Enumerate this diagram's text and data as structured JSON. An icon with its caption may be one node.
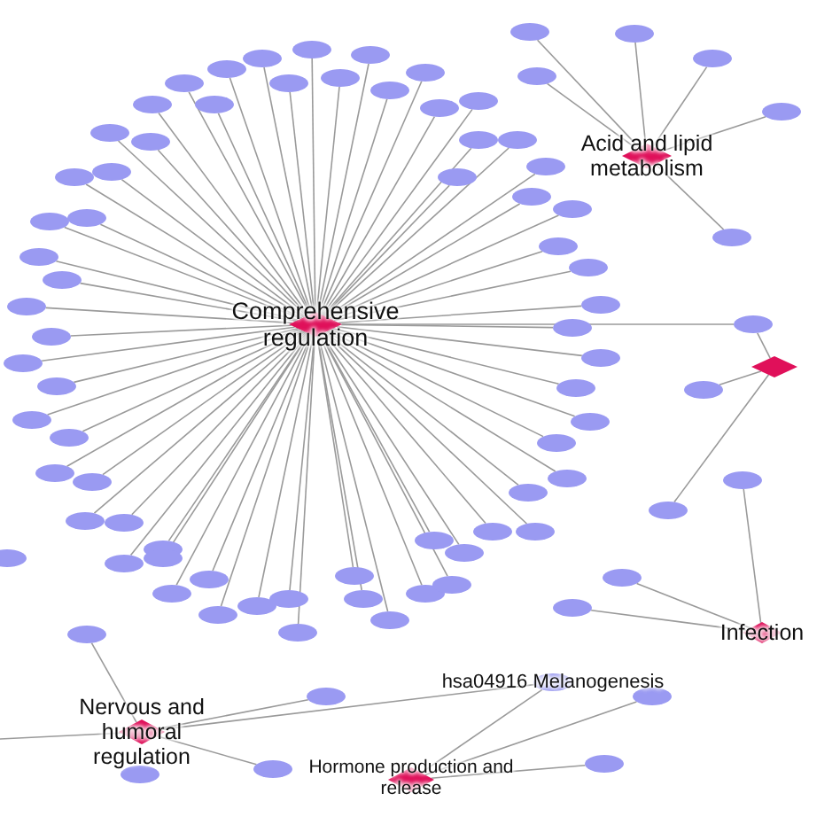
{
  "diagram": {
    "nodes": [
      {
        "text": [
          "Comprehensive regulation"
        ]
      },
      {
        "text": [],
        "shape": "ellipse"
      },
      {
        "text": [],
        "shape": "ellipse"
      },
      {
        "text": [],
        "shape": "ellipse"
      },
      {
        "text": [],
        "shape": "ellipse"
      },
      {
        "text": [],
        "shape": "ellipse"
      },
      {
        "text": [],
        "shape": "ellipse"
      },
      {
        "text": [],
        "shape": "ellipse"
      },
      {
        "text": [],
        "shape": "ellipse"
      },
      {
        "text": [],
        "shape": "ellipse"
      },
      {
        "text": [],
        "shape": "ellipse"
      },
      {
        "text": [],
        "shape": "ellipse"
      },
      {
        "text": [],
        "shape": "ellipse"
      },
      {
        "text": [],
        "shape": "ellipse"
      },
      {
        "text": [],
        "shape": "ellipse"
      },
      {
        "text": [],
        "shape": "ellipse"
      },
      {
        "text": [],
        "shape": "ellipse"
      },
      {
        "text": [],
        "shape": "ellipse"
      },
      {
        "text": [],
        "shape": "ellipse"
      },
      {
        "text": [],
        "shape": "ellipse"
      },
      {
        "text": [],
        "shape": "ellipse"
      },
      {
        "text": [],
        "shape": "ellipse"
      },
      {
        "text": [],
        "shape": "ellipse"
      },
      {
        "text": [],
        "shape": "ellipse"
      },
      {
        "text": [],
        "shape": "ellipse"
      },
      {
        "text": [],
        "shape": "ellipse"
      },
      {
        "text": [],
        "shape": "ellipse"
      },
      {
        "text": [],
        "shape": "ellipse"
      },
      {
        "text": [],
        "shape": "ellipse"
      },
      {
        "text": [],
        "shape": "ellipse"
      },
      {
        "text": [],
        "shape": "ellipse"
      },
      {
        "text": [],
        "shape": "ellipse"
      },
      {
        "text": [],
        "shape": "ellipse"
      },
      {
        "text": [],
        "shape": "ellipse"
      },
      {
        "text": [],
        "shape": "ellipse"
      },
      {
        "text": [],
        "shape": "ellipse"
      },
      {
        "text": [],
        "shape": "ellipse"
      },
      {
        "text": [],
        "shape": "ellipse"
      },
      {
        "text": [],
        "shape": "ellipse"
      },
      {
        "text": [],
        "shape": "ellipse"
      },
      {
        "text": [],
        "shape": "ellipse"
      },
      {
        "text": [],
        "shape": "ellipse"
      },
      {
        "text": [],
        "shape": "ellipse"
      },
      {
        "text": [],
        "shape": "ellipse"
      },
      {
        "text": [],
        "shape": "ellipse"
      },
      {
        "text": [],
        "shape": "ellipse"
      },
      {
        "text": [],
        "shape": "ellipse"
      },
      {
        "text": [],
        "shape": "ellipse"
      },
      {
        "text": [],
        "shape": "ellipse"
      },
      {
        "text": [],
        "shape": "ellipse"
      },
      {
        "text": [],
        "shape": "ellipse"
      },
      {
        "text": [],
        "shape": "ellipse"
      },
      {
        "text": [],
        "shape": "ellipse"
      },
      {
        "text": [],
        "shape": "ellipse"
      },
      {
        "text": [],
        "shape": "ellipse"
      },
      {
        "text": [],
        "shape": "ellipse"
      },
      {
        "text": [],
        "shape": "ellipse"
      },
      {
        "text": [],
        "shape": "ellipse"
      },
      {
        "text": [],
        "shape": "ellipse"
      },
      {
        "text": [],
        "shape": "ellipse"
      },
      {
        "text": [],
        "shape": "ellipse"
      },
      {
        "text": [],
        "shape": "ellipse"
      },
      {
        "text": [],
        "shape": "ellipse"
      },
      {
        "text": [],
        "shape": "ellipse"
      },
      {
        "text": [],
        "shape": "ellipse"
      },
      {
        "text": [],
        "shape": "ellipse"
      },
      {
        "text": [
          "Acid and lipid metabolism"
        ]
      },
      {
        "text": [],
        "shape": "ellipse"
      },
      {
        "text": [],
        "shape": "ellipse"
      },
      {
        "text": [],
        "shape": "ellipse"
      },
      {
        "text": [],
        "shape": "ellipse"
      },
      {
        "text": [],
        "shape": "ellipse"
      },
      {
        "text": [],
        "shape": "ellipse"
      },
      {
        "text": [],
        "shape": "diamond"
      },
      {
        "text": [],
        "shape": "ellipse"
      },
      {
        "text": [],
        "shape": "ellipse"
      },
      {
        "text": [],
        "shape": "ellipse"
      },
      {
        "text": [
          "Infection"
        ]
      },
      {
        "text": [],
        "shape": "ellipse"
      },
      {
        "text": [],
        "shape": "ellipse"
      },
      {
        "text": [],
        "shape": "ellipse"
      },
      {
        "text": [
          "Nervous and humoral regulation"
        ]
      },
      {
        "text": [],
        "shape": "ellipse"
      },
      {
        "text": [],
        "shape": "ellipse"
      },
      {
        "text": [],
        "shape": "ellipse"
      },
      {
        "text": [],
        "shape": "ellipse"
      },
      {
        "text": [
          "hsa04916 Melanogenesis"
        ]
      },
      {
        "text": [
          "Hormone production and release"
        ]
      },
      {
        "text": [],
        "shape": "ellipse"
      },
      {
        "text": [],
        "shape": "ellipse"
      },
      {
        "text": [],
        "shape": "ellipse"
      }
    ],
    "edges": [
      {
        "from": 0,
        "to": 1,
        "arrow": "none"
      },
      {
        "from": 0,
        "to": 2,
        "arrow": "none"
      },
      {
        "from": 0,
        "to": 3,
        "arrow": "none"
      },
      {
        "from": 0,
        "to": 4,
        "arrow": "none"
      },
      {
        "from": 0,
        "to": 5,
        "arrow": "none"
      },
      {
        "from": 0,
        "to": 6,
        "arrow": "none"
      },
      {
        "from": 0,
        "to": 7,
        "arrow": "none"
      },
      {
        "from": 0,
        "to": 8,
        "arrow": "none"
      },
      {
        "from": 0,
        "to": 9,
        "arrow": "none"
      },
      {
        "from": 0,
        "to": 10,
        "arrow": "none"
      },
      {
        "from": 0,
        "to": 11,
        "arrow": "none"
      },
      {
        "from": 0,
        "to": 12,
        "arrow": "none"
      },
      {
        "from": 0,
        "to": 13,
        "arrow": "none"
      },
      {
        "from": 0,
        "to": 14,
        "arrow": "none"
      },
      {
        "from": 0,
        "to": 15,
        "arrow": "none"
      },
      {
        "from": 0,
        "to": 16,
        "arrow": "none"
      },
      {
        "from": 0,
        "to": 17,
        "arrow": "none"
      },
      {
        "from": 0,
        "to": 18,
        "arrow": "none"
      },
      {
        "from": 0,
        "to": 19,
        "arrow": "none"
      },
      {
        "from": 0,
        "to": 20,
        "arrow": "none"
      },
      {
        "from": 0,
        "to": 21,
        "arrow": "none"
      },
      {
        "from": 0,
        "to": 22,
        "arrow": "none"
      },
      {
        "from": 0,
        "to": 23,
        "arrow": "none"
      },
      {
        "from": 0,
        "to": 24,
        "arrow": "none"
      },
      {
        "from": 0,
        "to": 25,
        "arrow": "none"
      },
      {
        "from": 0,
        "to": 26,
        "arrow": "none"
      },
      {
        "from": 0,
        "to": 27,
        "arrow": "none"
      },
      {
        "from": 0,
        "to": 28,
        "arrow": "none"
      },
      {
        "from": 0,
        "to": 29,
        "arrow": "none"
      },
      {
        "from": 0,
        "to": 30,
        "arrow": "none"
      },
      {
        "from": 0,
        "to": 31,
        "arrow": "none"
      },
      {
        "from": 0,
        "to": 32,
        "arrow": "none"
      },
      {
        "from": 0,
        "to": 33,
        "arrow": "none"
      },
      {
        "from": 0,
        "to": 34,
        "arrow": "none"
      },
      {
        "from": 0,
        "to": 35,
        "arrow": "none"
      },
      {
        "from": 0,
        "to": 36,
        "arrow": "none"
      },
      {
        "from": 0,
        "to": 37,
        "arrow": "none"
      },
      {
        "from": 0,
        "to": 38,
        "arrow": "none"
      },
      {
        "from": 0,
        "to": 39,
        "arrow": "none"
      },
      {
        "from": 0,
        "to": 40,
        "arrow": "none"
      },
      {
        "from": 0,
        "to": 41,
        "arrow": "none"
      },
      {
        "from": 0,
        "to": 42,
        "arrow": "none"
      },
      {
        "from": 0,
        "to": 43,
        "arrow": "none"
      },
      {
        "from": 0,
        "to": 44,
        "arrow": "none"
      },
      {
        "from": 0,
        "to": 45,
        "arrow": "none"
      },
      {
        "from": 0,
        "to": 46,
        "arrow": "none"
      },
      {
        "from": 0,
        "to": 47,
        "arrow": "none"
      },
      {
        "from": 0,
        "to": 48,
        "arrow": "none"
      },
      {
        "from": 0,
        "to": 49,
        "arrow": "none"
      },
      {
        "from": 0,
        "to": 50,
        "arrow": "none"
      },
      {
        "from": 0,
        "to": 51,
        "arrow": "none"
      },
      {
        "from": 0,
        "to": 52,
        "arrow": "none"
      },
      {
        "from": 0,
        "to": 53,
        "arrow": "none"
      },
      {
        "from": 0,
        "to": 54,
        "arrow": "none"
      },
      {
        "from": 0,
        "to": 55,
        "arrow": "none"
      },
      {
        "from": 0,
        "to": 56,
        "arrow": "none"
      },
      {
        "from": 0,
        "to": 57,
        "arrow": "none"
      },
      {
        "from": 0,
        "to": 58,
        "arrow": "none"
      },
      {
        "from": 0,
        "to": 59,
        "arrow": "none"
      },
      {
        "from": 0,
        "to": 60,
        "arrow": "none"
      },
      {
        "from": 0,
        "to": 61,
        "arrow": "none"
      },
      {
        "from": 0,
        "to": 62,
        "arrow": "none"
      },
      {
        "from": 0,
        "to": 63,
        "arrow": "none"
      },
      {
        "from": 0,
        "to": 64,
        "arrow": "none"
      },
      {
        "from": 0,
        "to": 65,
        "arrow": "none"
      },
      {
        "from": 0,
        "to": 74,
        "arrow": "none"
      },
      {
        "from": 66,
        "to": 67,
        "arrow": "none"
      },
      {
        "from": 66,
        "to": 68,
        "arrow": "none"
      },
      {
        "from": 66,
        "to": 69,
        "arrow": "none"
      },
      {
        "from": 66,
        "to": 70,
        "arrow": "none"
      },
      {
        "from": 66,
        "to": 71,
        "arrow": "none"
      },
      {
        "from": 66,
        "to": 72,
        "arrow": "none"
      },
      {
        "from": 73,
        "to": 74,
        "arrow": "none"
      },
      {
        "from": 73,
        "to": 75,
        "arrow": "none"
      },
      {
        "from": 73,
        "to": 76,
        "arrow": "none"
      },
      {
        "from": 77,
        "to": 78,
        "arrow": "none"
      },
      {
        "from": 77,
        "to": 79,
        "arrow": "none"
      },
      {
        "from": 77,
        "to": 80,
        "arrow": "none"
      },
      {
        "from": 81,
        "to": 82,
        "arrow": "none"
      },
      {
        "from": 81,
        "to": 83,
        "arrow": "none"
      },
      {
        "from": 81,
        "to": 84,
        "arrow": "none"
      },
      {
        "from": null,
        "to": 81,
        "arrow": "none"
      },
      {
        "from": 81,
        "to": 86,
        "arrow": "none"
      },
      {
        "from": 87,
        "to": 86,
        "arrow": "none"
      },
      {
        "from": 87,
        "to": 88,
        "arrow": "none"
      },
      {
        "from": 87,
        "to": 89,
        "arrow": "none"
      }
    ]
  }
}
